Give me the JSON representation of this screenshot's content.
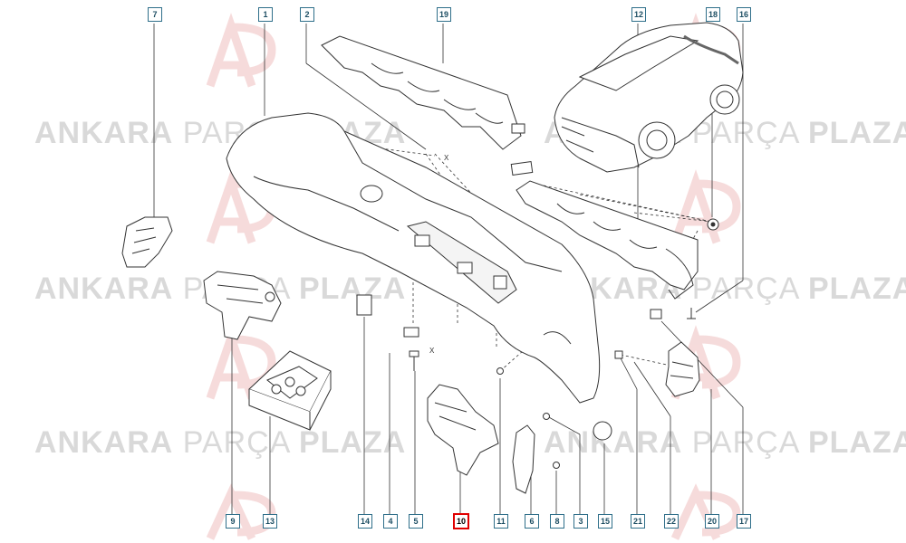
{
  "watermark": {
    "part1": "ANKARA",
    "part2": "PARÇA",
    "part3": "PLAZA"
  },
  "callouts": {
    "c7": "7",
    "c1": "1",
    "c2": "2",
    "c19": "19",
    "c12": "12",
    "c18": "18",
    "c16": "16",
    "c9": "9",
    "c13": "13",
    "c14": "14",
    "c4": "4",
    "c5": "5",
    "c10": "10",
    "c11": "11",
    "c6": "6",
    "c8": "8",
    "c3": "3",
    "c15": "15",
    "c21": "21",
    "c22": "22",
    "c20": "20",
    "c17": "17"
  },
  "fastener_mark": "X",
  "highlighted_part": "10",
  "colors": {
    "callout_border": "#2f6f8a",
    "highlight": "#e00000",
    "watermark": "#d9d9d9",
    "line": "#333333"
  }
}
